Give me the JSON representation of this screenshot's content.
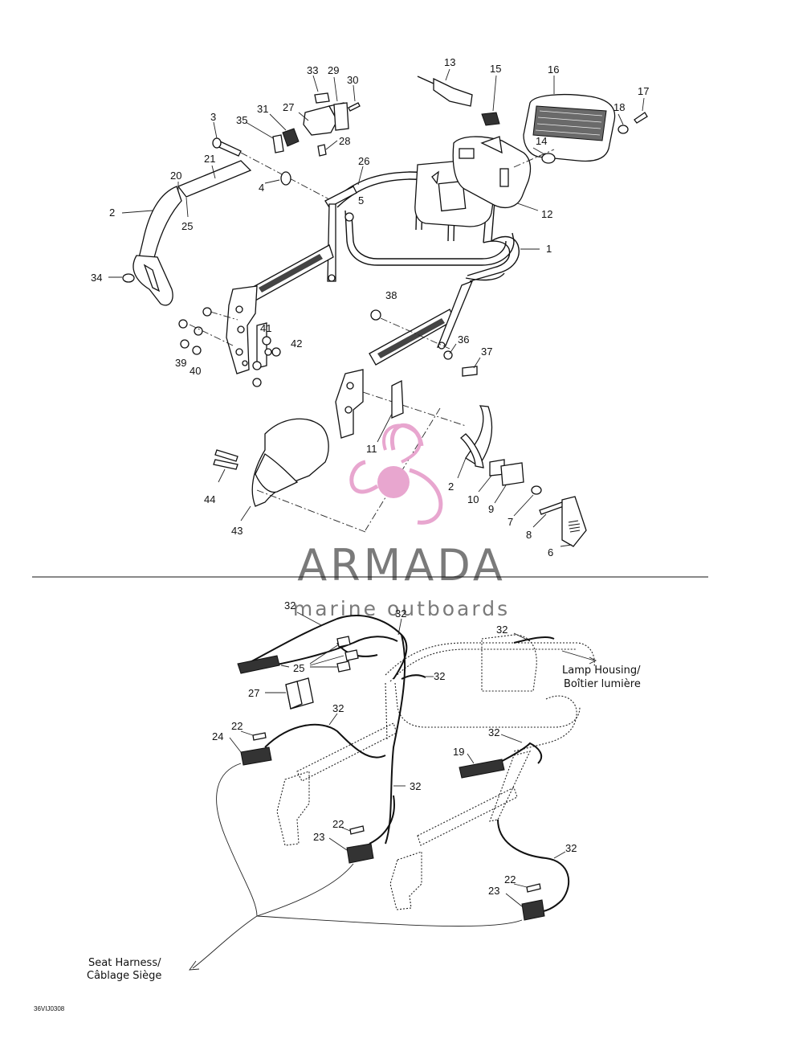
{
  "watermark": {
    "brand": "ARMADA",
    "tagline": "marine outboards",
    "color": "#e8a6cf"
  },
  "callouts": {
    "c1": "1",
    "c2": "2",
    "c2b": "2",
    "c3": "3",
    "c4": "4",
    "c5": "5",
    "c6": "6",
    "c7": "7",
    "c8": "8",
    "c9": "9",
    "c10": "10",
    "c11": "11",
    "c12": "12",
    "c13": "13",
    "c14": "14",
    "c15": "15",
    "c16": "16",
    "c17": "17",
    "c18": "18",
    "c19": "19",
    "c20": "20",
    "c21": "21",
    "c22a": "22",
    "c22b": "22",
    "c22c": "22",
    "c23a": "23",
    "c23b": "23",
    "c24": "24",
    "c25a": "25",
    "c25b": "25",
    "c26": "26",
    "c27a": "27",
    "c27b": "27",
    "c28": "28",
    "c29": "29",
    "c30": "30",
    "c31": "31",
    "c32a": "32",
    "c32b": "32",
    "c32c": "32",
    "c32d": "32",
    "c32e": "32",
    "c32f": "32",
    "c32g": "32",
    "c32h": "32",
    "c33": "33",
    "c34": "34",
    "c35": "35",
    "c36": "36",
    "c37": "37",
    "c38": "38",
    "c39": "39",
    "c40": "40",
    "c41": "41",
    "c42": "42",
    "c43": "43",
    "c44": "44"
  },
  "notes": {
    "lamp_housing_line1": "Lamp Housing/",
    "lamp_housing_line2": "Boîtier lumière",
    "seat_harness_line1": "Seat Harness/",
    "seat_harness_line2": "Câblage Siège"
  },
  "drawing_code": "36VIJ0308"
}
